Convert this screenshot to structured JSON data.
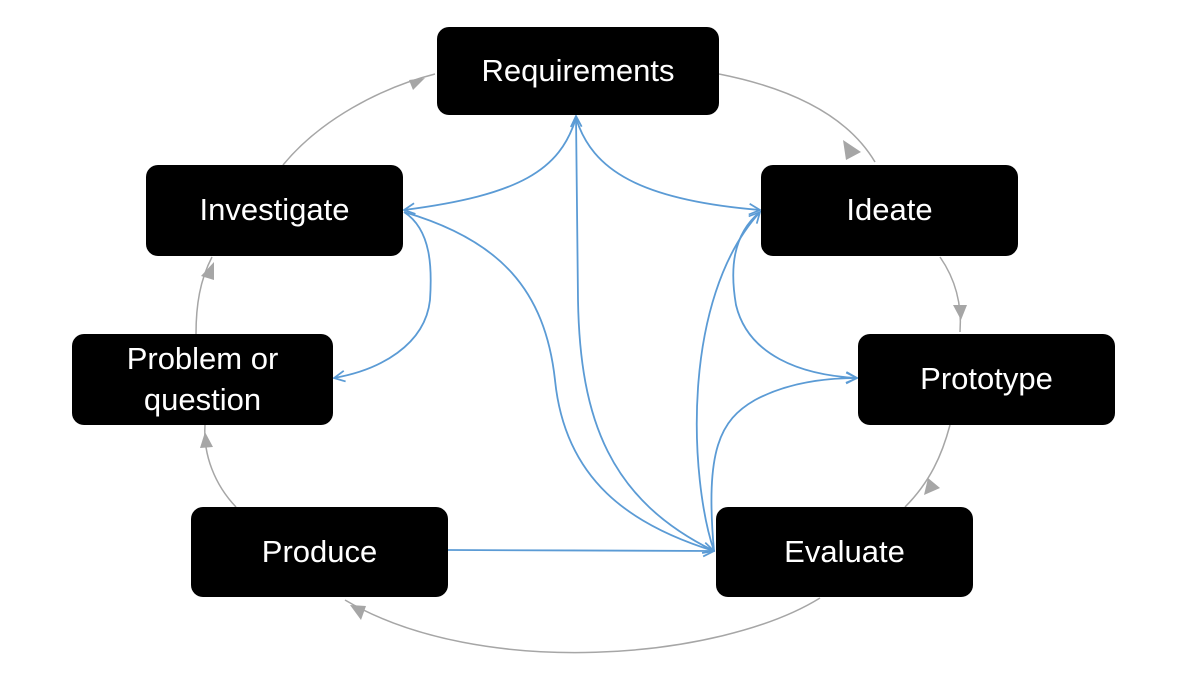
{
  "nodes": {
    "requirements": "Requirements",
    "investigate": "Investigate",
    "ideate": "Ideate",
    "problem_line1": "Problem or",
    "problem_line2": "question",
    "prototype": "Prototype",
    "produce": "Produce",
    "evaluate": "Evaluate"
  },
  "cycle_order": [
    "Requirements",
    "Ideate",
    "Prototype",
    "Evaluate",
    "Produce",
    "Problem or question",
    "Investigate"
  ],
  "iteration_links": [
    [
      "Requirements",
      "Investigate"
    ],
    [
      "Requirements",
      "Ideate"
    ],
    [
      "Requirements",
      "Evaluate"
    ],
    [
      "Investigate",
      "Problem or question"
    ],
    [
      "Investigate",
      "Evaluate"
    ],
    [
      "Ideate",
      "Prototype"
    ],
    [
      "Ideate",
      "Evaluate"
    ],
    [
      "Prototype",
      "Evaluate"
    ],
    [
      "Produce",
      "Evaluate"
    ]
  ],
  "colors": {
    "node_fill": "#000000",
    "node_text": "#ffffff",
    "cycle_line": "#a6a6a6",
    "iteration_line": "#5b9bd5"
  }
}
